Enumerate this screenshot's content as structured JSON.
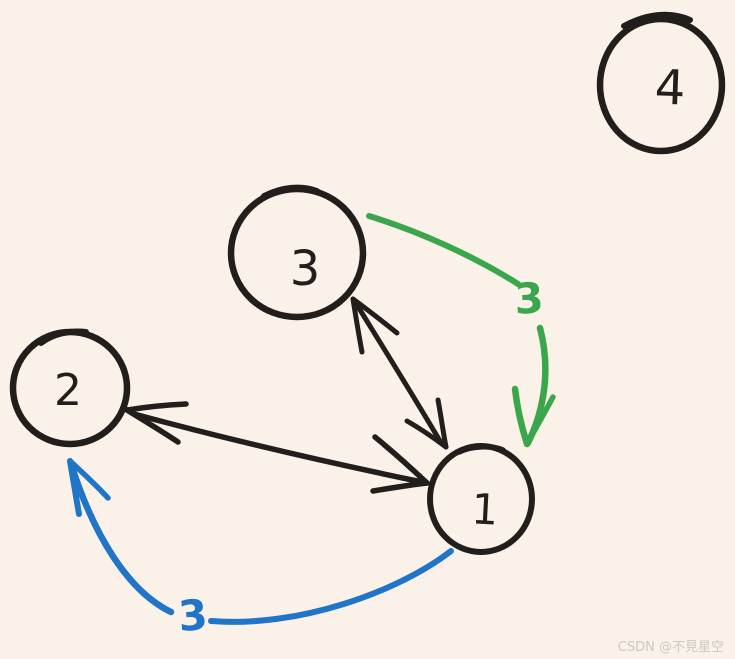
{
  "canvas": {
    "background": "#faf2e9",
    "ink": "#211e1c",
    "description": "hand-drawn directed weighted graph sketch"
  },
  "nodes": [
    {
      "id": "4",
      "label": "4"
    },
    {
      "id": "3",
      "label": "3"
    },
    {
      "id": "2",
      "label": "2"
    },
    {
      "id": "1",
      "label": "1"
    }
  ],
  "edges": [
    {
      "id": "3-1-black",
      "from": "3",
      "to": "1",
      "direction": "bidirectional",
      "color": "#211e1c",
      "label": ""
    },
    {
      "id": "2-1-black",
      "from": "2",
      "to": "1",
      "direction": "bidirectional",
      "color": "#211e1c",
      "label": ""
    },
    {
      "id": "3-1-green",
      "from": "3",
      "to": "1",
      "direction": "one-way",
      "color": "#3ca64d",
      "label": "3"
    },
    {
      "id": "1-2-blue",
      "from": "1",
      "to": "2",
      "direction": "one-way",
      "color": "#2075c7",
      "label": "3"
    }
  ],
  "watermark": {
    "text": "CSDN @不見星空",
    "color": "#ccc7c1"
  }
}
